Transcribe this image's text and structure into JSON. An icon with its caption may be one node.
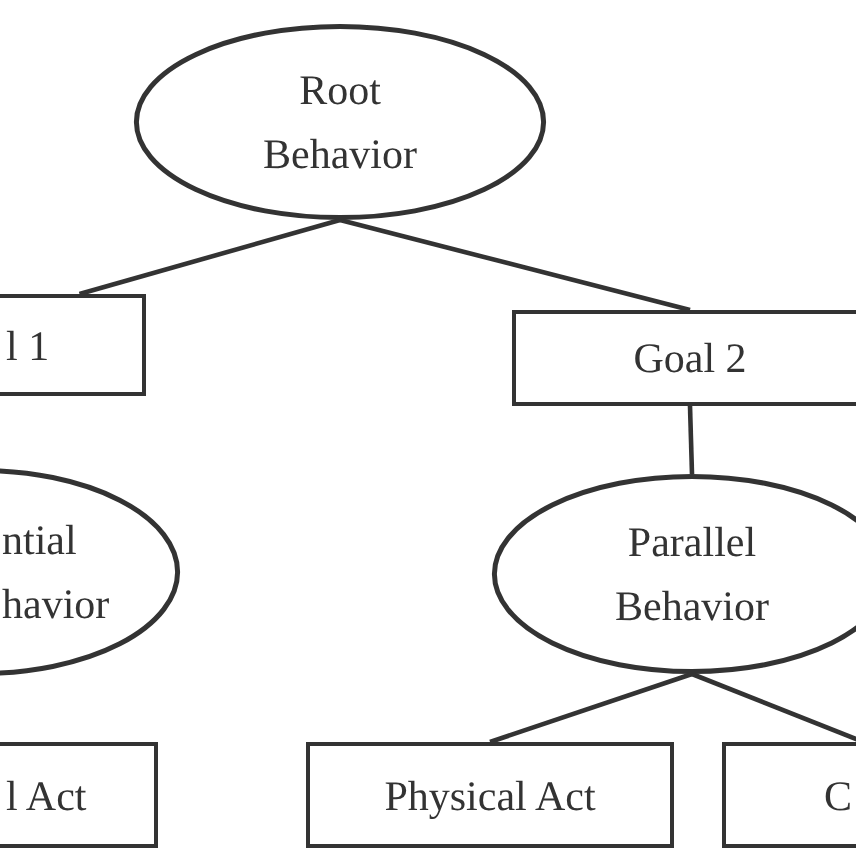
{
  "diagram": {
    "nodes": [
      {
        "text": [
          "Root Behavior"
        ]
      },
      {
        "text": [
          "l 1"
        ]
      },
      {
        "text": [
          "Goal 2"
        ]
      },
      {
        "text": [
          "ntial havior"
        ]
      },
      {
        "text": [
          "Parallel Behavior"
        ]
      },
      {
        "text": [
          "l Act"
        ]
      },
      {
        "text": [
          "Physical Act"
        ]
      },
      {
        "text": [
          "C"
        ]
      }
    ],
    "edges": [
      {
        "from": 0,
        "to": 1,
        "arrow": "none"
      },
      {
        "from": 0,
        "to": 2,
        "arrow": "none"
      },
      {
        "from": 2,
        "to": 4,
        "arrow": "none"
      },
      {
        "from": 4,
        "to": 6,
        "arrow": "none"
      },
      {
        "from": 4,
        "to": 7,
        "arrow": "none"
      }
    ]
  }
}
